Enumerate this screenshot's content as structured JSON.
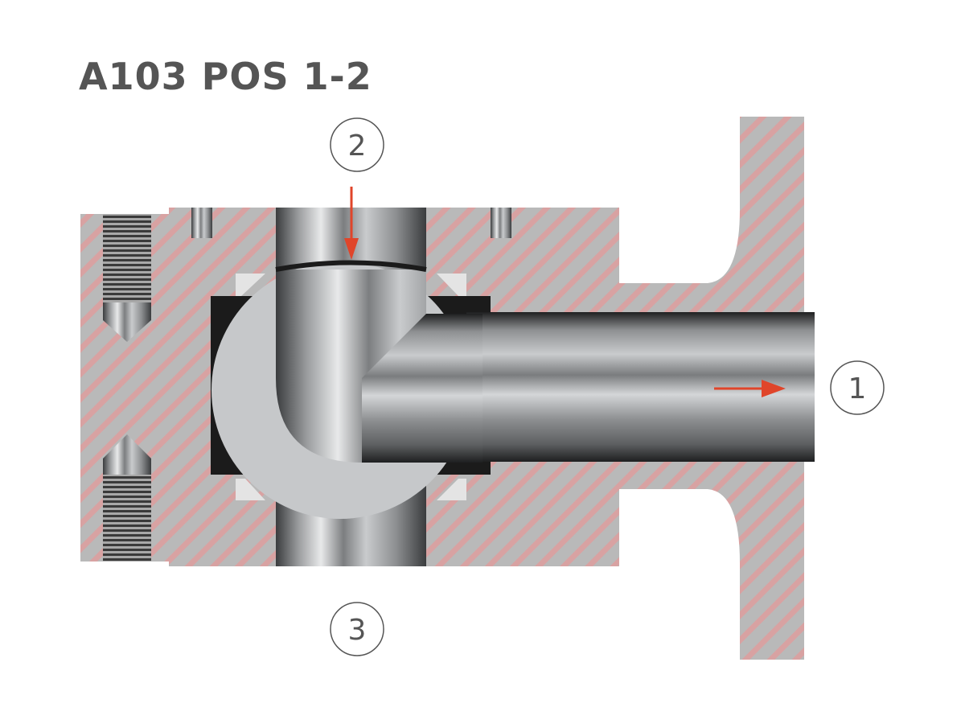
{
  "title": "A103 POS 1-2",
  "ports": [
    {
      "id": "port-1",
      "label": "1"
    },
    {
      "id": "port-2",
      "label": "2"
    },
    {
      "id": "port-3",
      "label": "3"
    }
  ],
  "colors": {
    "hatch_base": "#b9b9b9",
    "hatch_stripe": "#d8a2a2",
    "arrow": "#e0452a",
    "ball": "#c6c8ca",
    "text": "#555555"
  },
  "flow": {
    "from": "2",
    "to": "1"
  }
}
